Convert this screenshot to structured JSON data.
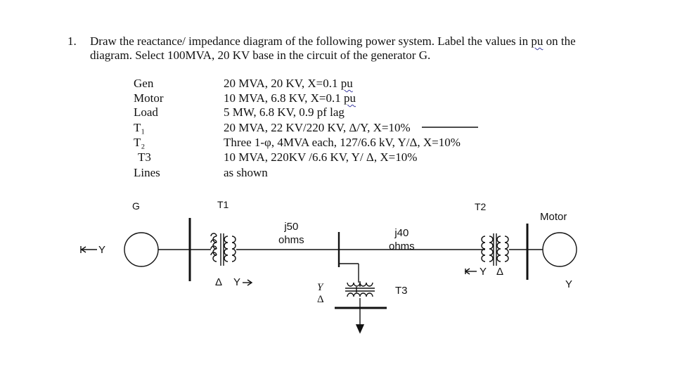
{
  "question": {
    "number": "1.",
    "line1_pre": "Draw the reactance/ impedance diagram of the following power system. Label the values in ",
    "line1_pu": "pu",
    "line1_post": " on the",
    "line2": "diagram. Select 100MVA, 20 KV base in the circuit of the generator G."
  },
  "specs": [
    {
      "label": "Gen",
      "value": "20 MVA, 20 KV, X=0.1 ",
      "unit": "pu"
    },
    {
      "label": "Motor",
      "value": "10 MVA, 6.8 KV, X=0.1 ",
      "unit": "pu"
    },
    {
      "label": "Load",
      "value": "5 MW, 6.8 KV, 0.9 pf lag",
      "unit": ""
    },
    {
      "label": "T₁",
      "value": "20 MVA, 22 KV/220 KV, Δ/Y, X=10%",
      "unit": ""
    },
    {
      "label": "T₂",
      "value": "Three 1-φ, 4MVA each, 127/6.6 kV, Y/Δ, X=10%",
      "unit": ""
    },
    {
      "label": "T3",
      "value": "10 MVA, 220KV /6.6 KV, Y/ Δ,  X=10%",
      "unit": ""
    },
    {
      "label": "Lines",
      "value": "as shown",
      "unit": ""
    }
  ],
  "diagram": {
    "gen_label": "G",
    "t1_label": "T1",
    "t2_label": "T2",
    "t3_label": "T3",
    "motor_label": "Motor",
    "motor_conn": "Y",
    "line1_z": "j50",
    "line1_unit": "ohms",
    "line2_z": "j40",
    "line2_unit": "ohms",
    "gen_conn": "Y",
    "t1_conn_primary": "Δ",
    "t1_conn_secondary": "Y",
    "t2_conn_primary": "Y",
    "t2_conn_secondary": "Δ",
    "t3_conn_primary": "Y",
    "t3_conn_secondary": "Δ"
  }
}
